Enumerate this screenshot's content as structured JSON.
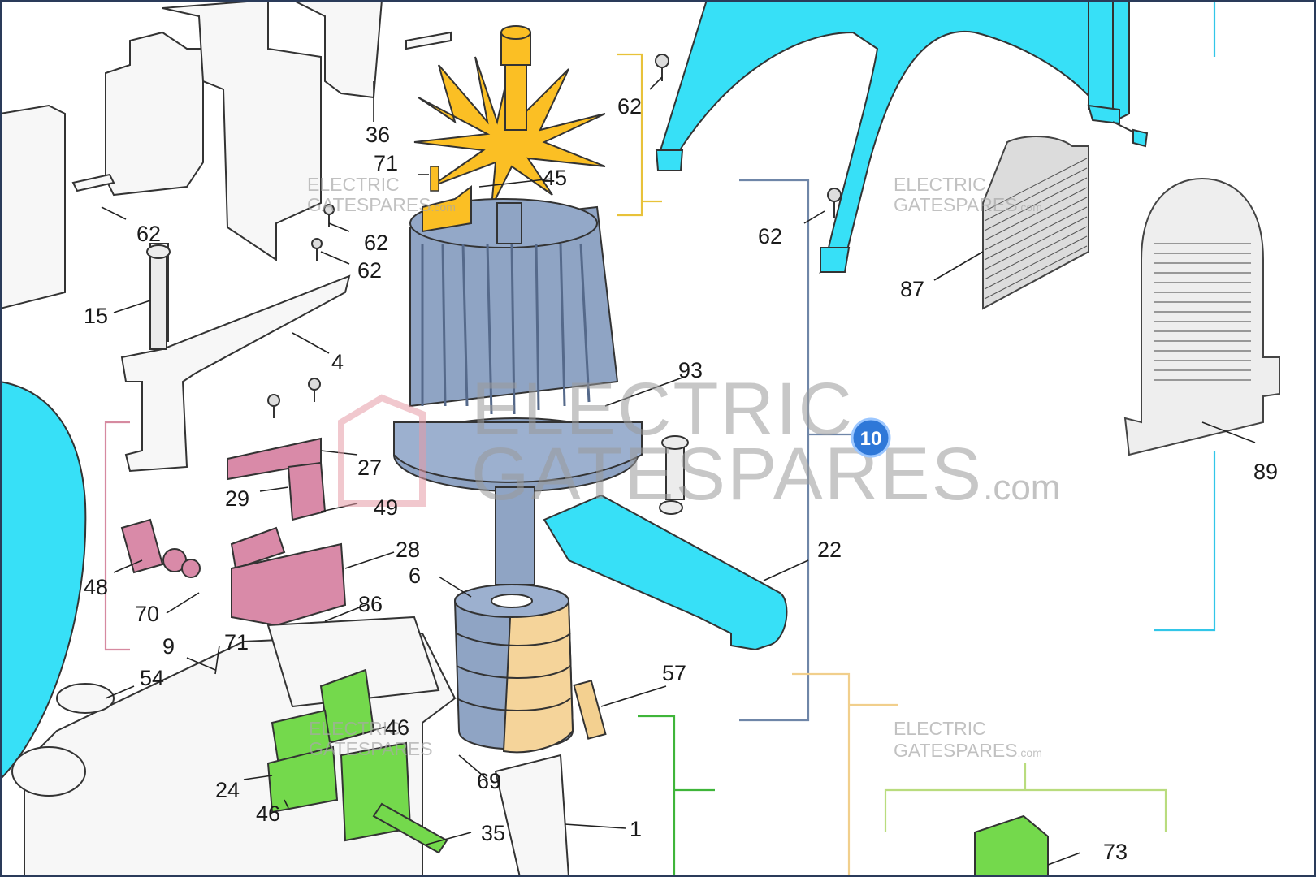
{
  "watermark": {
    "line1": "ELECTRIC",
    "line2a": "GATE",
    "line2b": "SPARES",
    "suffix": ".com"
  },
  "hotspot": {
    "label": "10",
    "color": "#2f78d8"
  },
  "part_labels": [
    {
      "id": "36",
      "text": "36"
    },
    {
      "id": "62a",
      "text": "62"
    },
    {
      "id": "71a",
      "text": "71"
    },
    {
      "id": "45",
      "text": "45"
    },
    {
      "id": "62b",
      "text": "62"
    },
    {
      "id": "62c",
      "text": "62"
    },
    {
      "id": "62d",
      "text": "62"
    },
    {
      "id": "62e",
      "text": "62"
    },
    {
      "id": "87",
      "text": "87"
    },
    {
      "id": "15",
      "text": "15"
    },
    {
      "id": "4",
      "text": "4"
    },
    {
      "id": "93",
      "text": "93"
    },
    {
      "id": "27",
      "text": "27"
    },
    {
      "id": "29",
      "text": "29"
    },
    {
      "id": "49",
      "text": "49"
    },
    {
      "id": "89",
      "text": "89"
    },
    {
      "id": "28",
      "text": "28"
    },
    {
      "id": "6",
      "text": "6"
    },
    {
      "id": "22",
      "text": "22"
    },
    {
      "id": "48",
      "text": "48"
    },
    {
      "id": "70",
      "text": "70"
    },
    {
      "id": "86",
      "text": "86"
    },
    {
      "id": "9",
      "text": "9"
    },
    {
      "id": "71b",
      "text": "71"
    },
    {
      "id": "54",
      "text": "54"
    },
    {
      "id": "57",
      "text": "57"
    },
    {
      "id": "46a",
      "text": "46"
    },
    {
      "id": "24",
      "text": "24"
    },
    {
      "id": "69",
      "text": "69"
    },
    {
      "id": "46b",
      "text": "46"
    },
    {
      "id": "35",
      "text": "35"
    },
    {
      "id": "1",
      "text": "1"
    },
    {
      "id": "73",
      "text": "73"
    }
  ],
  "colors": {
    "cyan": "#37e0f7",
    "fan": "#fbbf24",
    "motor": "#8fa4c4",
    "pink": "#d98aa8",
    "green": "#74d94c",
    "bracket_yellow": "#e8c23a",
    "bracket_blue": "#6f86a8",
    "bracket_cyan": "#32c6e8",
    "bracket_pink": "#d68aa0",
    "bracket_green": "#3fb53a",
    "bracket_tan": "#f1cf8c",
    "bracket_lime": "#b9dc7e"
  }
}
